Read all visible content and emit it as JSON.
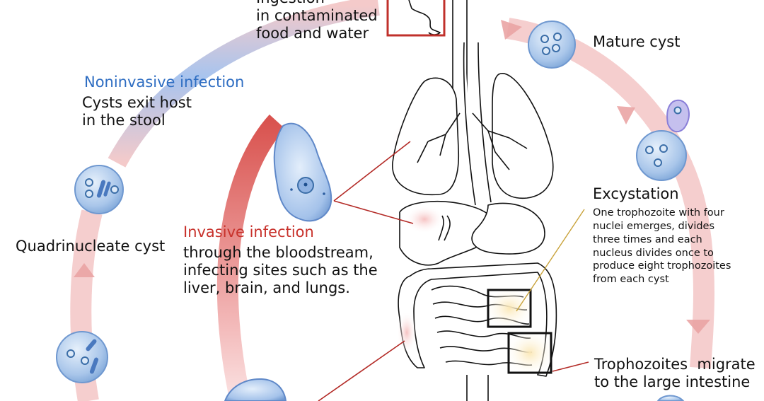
{
  "labels": {
    "ingestion": [
      "Ingestion",
      "in contaminated",
      "food and water"
    ],
    "mature_cyst": "Mature cyst",
    "noninvasive_title": "Noninvasive infection",
    "noninvasive_body": [
      "Cysts exit host",
      "in the stool"
    ],
    "invasive_title": "Invasive infection",
    "invasive_body": [
      "through the bloodstream,",
      "infecting sites such as the",
      "liver, brain, and lungs."
    ],
    "quadrinucleate": "Quadrinucleate cyst",
    "excystation_title": "Excystation",
    "excystation_body": [
      "One trophozoite with four",
      "nuclei emerges, divides",
      "three times and each",
      "nucleus divides once to",
      "produce eight trophozoites",
      "from each cyst"
    ],
    "trophozoites": [
      "Trophozoites  migrate",
      "to the large intestine"
    ]
  },
  "colors": {
    "cycle_pink": "#f2c4c4",
    "noninvasive_blue": "#2e6dc2",
    "invasive_red": "#c8322c",
    "cyst_fill": "#a9c6ea",
    "nucleus": "#3b6ea8"
  }
}
